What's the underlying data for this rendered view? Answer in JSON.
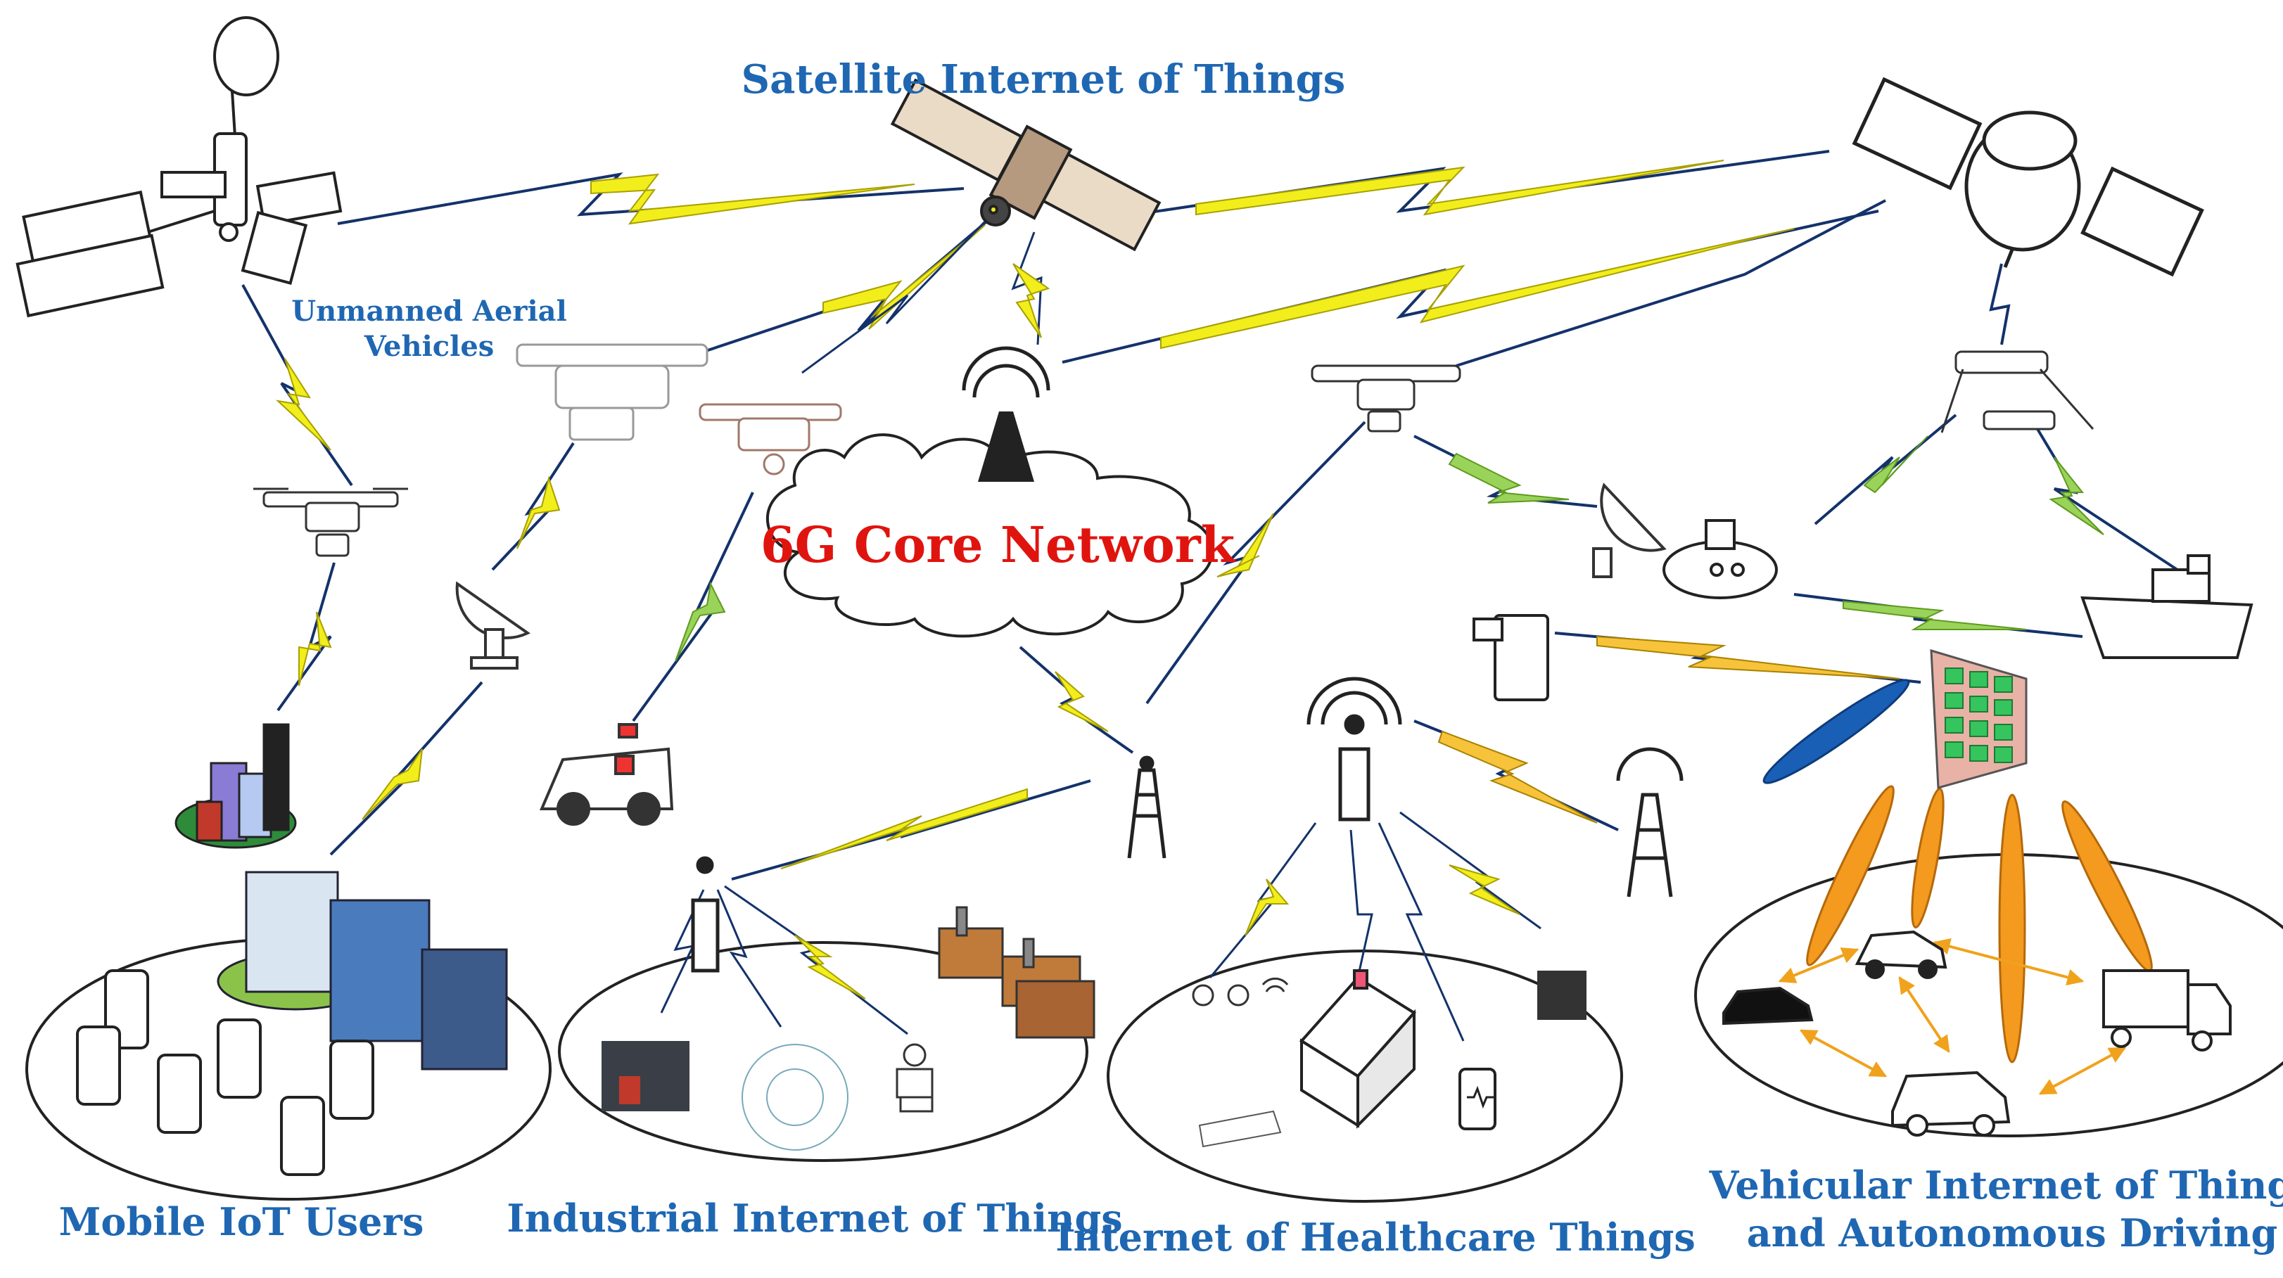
{
  "labels": {
    "satellite_iot": "Satellite Internet of Things",
    "uav_line1": "Unmanned Aerial",
    "uav_line2": "Vehicles",
    "core_network": "6G Core Network",
    "mobile_users": "Mobile IoT Users",
    "industrial": "Industrial Internet of  Things",
    "healthcare": "Internet of Healthcare Things",
    "vehicular_line1": "Vehicular Internet of Things",
    "vehicular_line2": "and Autonomous Driving"
  },
  "icons": {
    "satellites": [
      "space-station-icon",
      "center-satellite-icon",
      "right-satellite-icon"
    ],
    "uavs": [
      "drone-icon"
    ],
    "ground": [
      "satellite-dish-icon",
      "cell-tower-icon",
      "ambulance-icon",
      "city-icon",
      "office-building-icon",
      "factory-icon",
      "robot-icon",
      "house-icon",
      "smartphone-icon",
      "car-icon",
      "truck-icon",
      "suv-icon",
      "ship-icon",
      "submarine-icon",
      "irs-panel-icon",
      "switch-icon",
      "mobile-phone-icon"
    ]
  },
  "colors": {
    "label_blue": "#1f67b2",
    "core_red": "#e0140f",
    "link_yellow": "#f2ee1c",
    "link_green": "#9ad35a",
    "beam_orange": "#f39a1f",
    "beam_blue": "#1a5fb6",
    "irs_green": "#35c45d",
    "irs_pink": "#e8b2a6"
  }
}
